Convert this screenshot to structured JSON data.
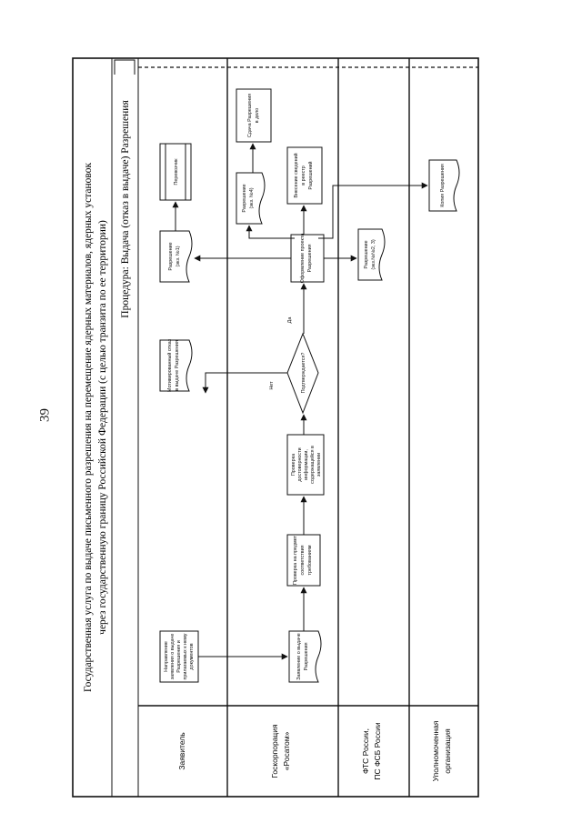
{
  "page_number": "39",
  "title_line1": "Государственная услуга по выдаче письменного разрешения на перемещение ядерных материалов, ядерных установок",
  "title_line2": "через государственную границу Российской Федерации (с целью транзита по ее территории)",
  "procedure": "Процедура: Выдача (отказ в выдаче) Разрешения",
  "lanes": {
    "applicant": "Заявитель",
    "rosatom_1": "Госкорпорация",
    "rosatom_2": "«Росатом»",
    "fts_1": "ФТС России,",
    "fts_2": "ПС ФСБ России",
    "auth_1": "Уполномоченная",
    "auth_2": "организация"
  },
  "nodes": {
    "application_1": "Направление",
    "application_2": "заявления о выдаче",
    "application_3": "Разрешения и",
    "application_4": "прилагаемых к нему",
    "application_5": "документов",
    "reg_1": "Заявление о выдаче",
    "reg_2": "Разрешения",
    "check1_1": "Проверка на предмет",
    "check1_2": "соответствия",
    "check1_3": "требованиям",
    "check2_1": "Проверка",
    "check2_2": "достоверности",
    "check2_3": "информации,",
    "check2_4": "содержащейся в",
    "check2_5": "заявлении",
    "decision": "Подтверждается?",
    "no": "Нет",
    "yes": "Да",
    "refusal_1": "Мотивированный отказ",
    "refusal_2": "в выдаче Разрешения",
    "issue_1": "Оформление проекта",
    "issue_2": "Разрешения",
    "permit1_1": "Разрешение",
    "permit1_2": "(экз. №1)",
    "transfer": "Перевозчик",
    "permit4_1": "Разрешение",
    "permit4_2": "(экз. №4)",
    "archive_1": "Сдача Разрешения",
    "archive_2": "в дело",
    "registry_1": "Внесение сведений",
    "registry_2": "в реестр",
    "registry_3": "Разрешений",
    "permit23_1": "Разрешение",
    "permit23_2": "(экз.№№2, 3)",
    "copy": "Копия Разрешения"
  }
}
